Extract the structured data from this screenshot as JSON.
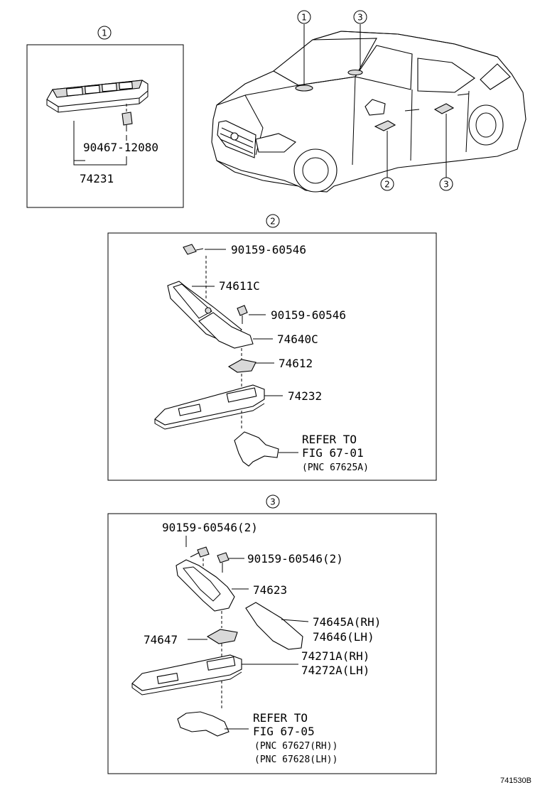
{
  "callouts": {
    "c1": "1",
    "c2": "2",
    "c3": "3"
  },
  "section1": {
    "bolt_label": "90467-12080",
    "assy_label": "74231"
  },
  "section2": {
    "screw_top": "90159-60546",
    "armrest": "74611C",
    "screw_mid": "90159-60546",
    "cover": "74640C",
    "bezel": "74612",
    "panel": "74232",
    "refer_line1": "REFER TO",
    "refer_line2": "FIG 67-01",
    "refer_line3": "(PNC 67625A)"
  },
  "section3": {
    "screw_a": "90159-60546(2)",
    "screw_b": "90159-60546(2)",
    "bracket": "74623",
    "pad_rh": "74645A(RH)",
    "pad_lh": "74646(LH)",
    "bezel": "74647",
    "panel_rh": "74271A(RH)",
    "panel_lh": "74272A(LH)",
    "refer_line1": "REFER TO",
    "refer_line2": "FIG 67-05",
    "refer_line3": "(PNC 67627(RH))",
    "refer_line4": "(PNC 67628(LH))"
  },
  "footer": {
    "code": "741530B"
  }
}
